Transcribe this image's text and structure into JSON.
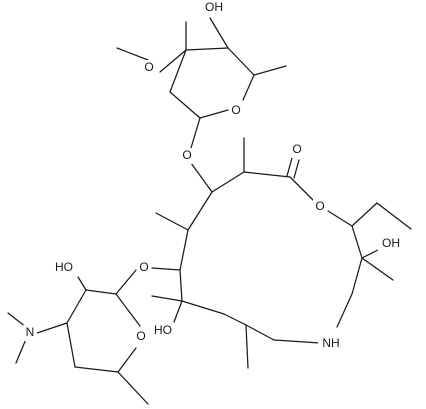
{
  "molecule": {
    "labels": {
      "sugar_top_oh": "OH",
      "methoxy_o": "O",
      "sugar_top_ring_o": "O",
      "glycoside_o_top": "O",
      "carbonyl_o": "O",
      "lactone_o": "O",
      "ring_oh_right": "OH",
      "sugar_left_oh": "HO",
      "glycoside_o_left": "O",
      "dimethylamino_n": "N",
      "sugar_left_ring_o": "O",
      "ring_oh_left": "HO",
      "amine_nh": "NH"
    }
  }
}
